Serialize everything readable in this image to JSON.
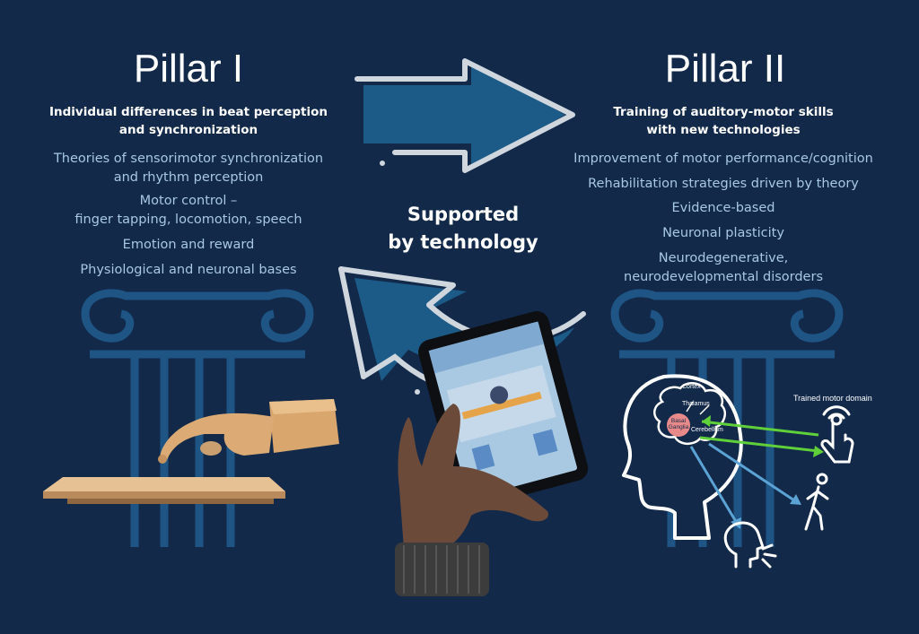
{
  "pillar1": {
    "title": "Pillar I",
    "subtitle_line1": "Individual differences in beat perception",
    "subtitle_line2": "and synchronization",
    "items": [
      {
        "line1": "Theories of sensorimotor synchronization",
        "line2": "and rhythm perception"
      },
      {
        "line1": "Motor control –",
        "line2": "finger tapping, locomotion, speech"
      },
      {
        "line1": "Emotion and reward",
        "line2": ""
      },
      {
        "line1": "Physiological and neuronal bases",
        "line2": ""
      }
    ]
  },
  "pillar2": {
    "title": "Pillar II",
    "subtitle_line1": "Training of auditory-motor skills",
    "subtitle_line2": "with new technologies",
    "items": [
      {
        "line1": "Improvement of motor performance/cognition",
        "line2": ""
      },
      {
        "line1": "Rehabilitation strategies driven by theory",
        "line2": ""
      },
      {
        "line1": "Evidence-based",
        "line2": ""
      },
      {
        "line1": "Neuronal plasticity",
        "line2": ""
      },
      {
        "line1": "Neurodegenerative,",
        "line2": "neurodevelopmental disorders"
      }
    ]
  },
  "center": {
    "line1": "Supported",
    "line2": "by technology"
  },
  "brain_diagram": {
    "cortex": "Cortex",
    "thalamus": "Thalamus",
    "basal_ganglia_line1": "Basal",
    "basal_ganglia_line2": "Ganglia",
    "cerebellum": "Cerebellum",
    "trained_motor_domain": "Trained motor domain"
  },
  "colors": {
    "background": "#12294a",
    "arrow_fill": "#1c5b88",
    "arrow_outline": "#cfd6de",
    "pillar": "#1e5585",
    "item_text": "#a7c7e4",
    "green_arrow": "#5fcf3a",
    "blue_arrow": "#5ba3d4",
    "basal_ganglia": "#e88a8a"
  }
}
